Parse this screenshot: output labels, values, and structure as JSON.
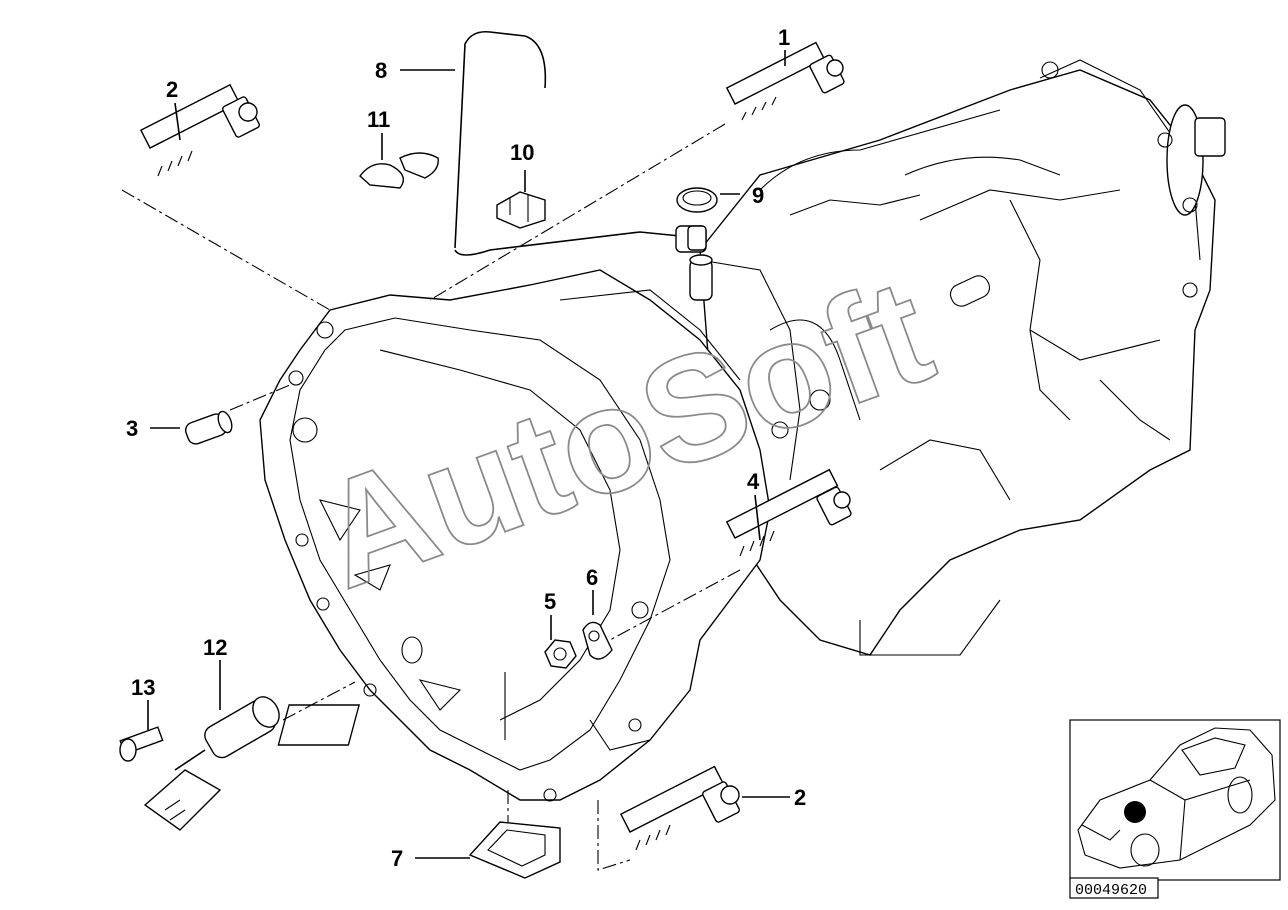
{
  "watermark": "AutoSoft",
  "reference_number": "00049620",
  "callouts": {
    "c1": "1",
    "c2a": "2",
    "c2b": "2",
    "c3": "3",
    "c4": "4",
    "c5": "5",
    "c6": "6",
    "c7": "7",
    "c8": "8",
    "c9": "9",
    "c10": "10",
    "c11": "11",
    "c12": "12",
    "c13": "13"
  }
}
